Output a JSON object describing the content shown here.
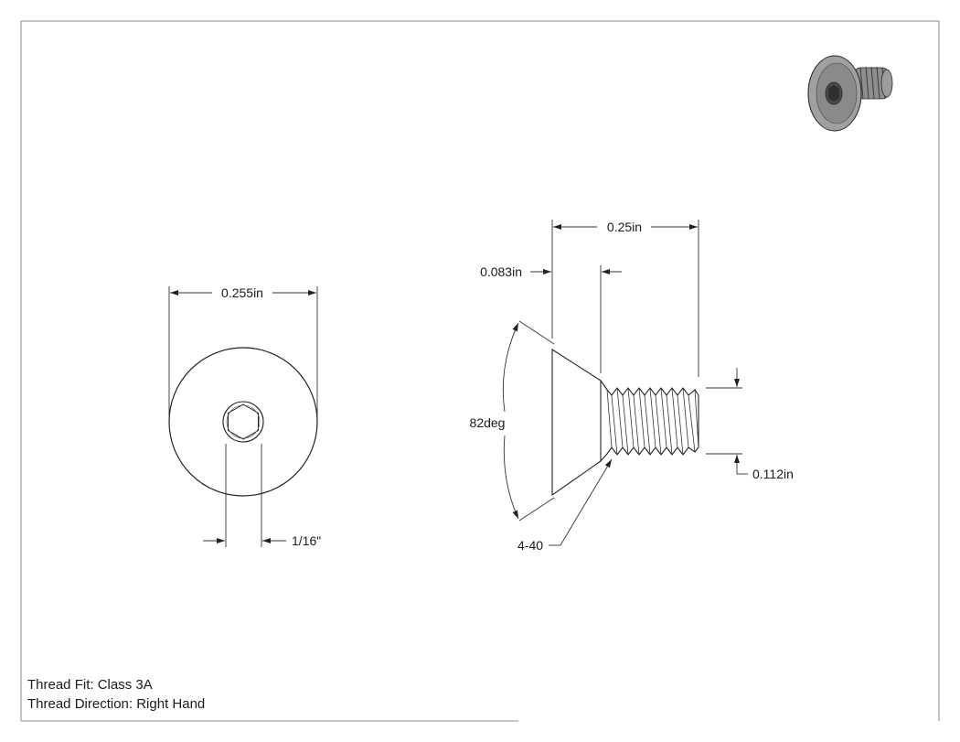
{
  "dimensions": {
    "head_diameter": "0.255in",
    "hex_socket": "1/16\"",
    "length": "0.25in",
    "head_height": "0.083in",
    "angle": "82deg",
    "thread_major": "0.112in",
    "thread_callout": "4-40"
  },
  "notes": {
    "thread_fit": "Thread Fit: Class 3A",
    "thread_direction": "Thread Direction: Right Hand"
  },
  "colors": {
    "line": "#222222",
    "dim_line": "#333333",
    "frame": "#8a8a8a",
    "render_fill": "#9a9a9a"
  }
}
